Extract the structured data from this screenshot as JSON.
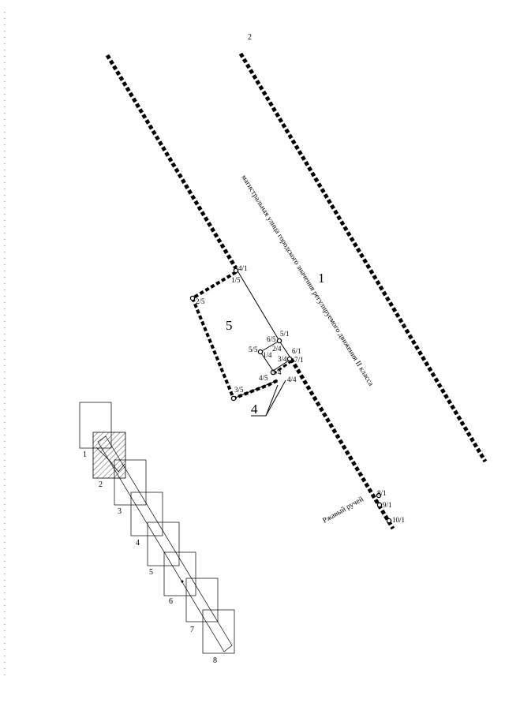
{
  "labels": {
    "zone_2": "2",
    "zone_1": "1",
    "zone_5": "5",
    "zone_4": "4",
    "street": "магистральная улица городского значения регулируемого движения II класса",
    "creek": "Ржавый ручей"
  },
  "points": {
    "p4_1": "4/1",
    "p1_5": "1/5",
    "p2_5": "2/5",
    "p6_5": "6/5",
    "p5_1": "5/1",
    "p2_4": "2/4",
    "p5_5": "5/5",
    "p1_4": "1/4",
    "p3_4": "3/4",
    "p6_1": "6/1",
    "p7_1": "7/1",
    "p5_4": "5/4",
    "p4_5": "4/5",
    "p4_4": "4/4",
    "p3_5": "3/5",
    "p8_1": "8/1",
    "p9_1": "9/1",
    "p10_1": "10/1"
  },
  "index_map": [
    "1",
    "2",
    "3",
    "4",
    "5",
    "6",
    "7",
    "8"
  ]
}
